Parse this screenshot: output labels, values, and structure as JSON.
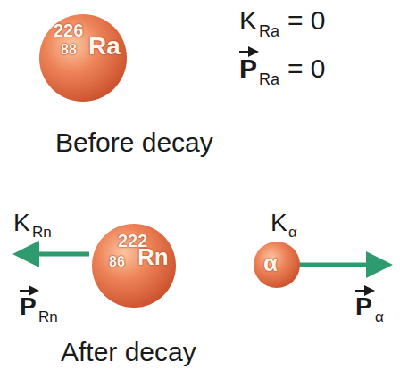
{
  "diagram": {
    "nodes": [
      {
        "text": [
          "226",
          "88",
          "Ra"
        ]
      },
      {
        "text": [
          "222",
          "86",
          "Rn"
        ]
      },
      {
        "text": [
          "α"
        ]
      }
    ],
    "labels": [
      "K",
      "Ra",
      "= 0",
      "P",
      "Ra",
      "= 0",
      "Before decay",
      "K",
      "Rn",
      "P",
      "Rn",
      "K",
      "α",
      "P",
      "α",
      "After decay"
    ]
  }
}
